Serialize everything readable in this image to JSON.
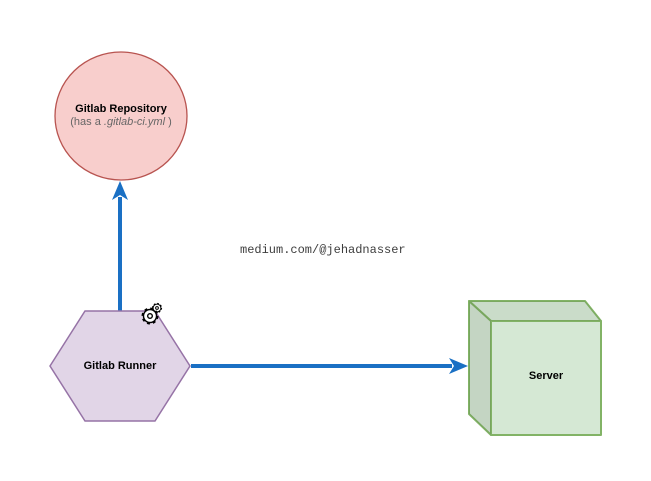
{
  "diagram": {
    "watermark": "medium.com/@jehadnasser",
    "nodes": {
      "repository": {
        "shape": "ellipse",
        "title": "Gitlab Repository",
        "subtitle_prefix": "(has a ",
        "subtitle_file": ".gitlab-ci.yml",
        "subtitle_suffix": " )",
        "fill": "#f8cecc",
        "stroke": "#b85450"
      },
      "runner": {
        "shape": "hexagon",
        "label": "Gitlab Runner",
        "icon": "gears-icon",
        "fill": "#e1d5e7",
        "stroke": "#9673a6"
      },
      "server": {
        "shape": "cube",
        "label": "Server",
        "fill": "#d5e8d4",
        "stroke": "#82b366"
      }
    },
    "edges": {
      "color": "#1a70c4",
      "connections": [
        {
          "from": "runner",
          "to": "repository"
        },
        {
          "from": "runner",
          "to": "server"
        }
      ]
    }
  }
}
